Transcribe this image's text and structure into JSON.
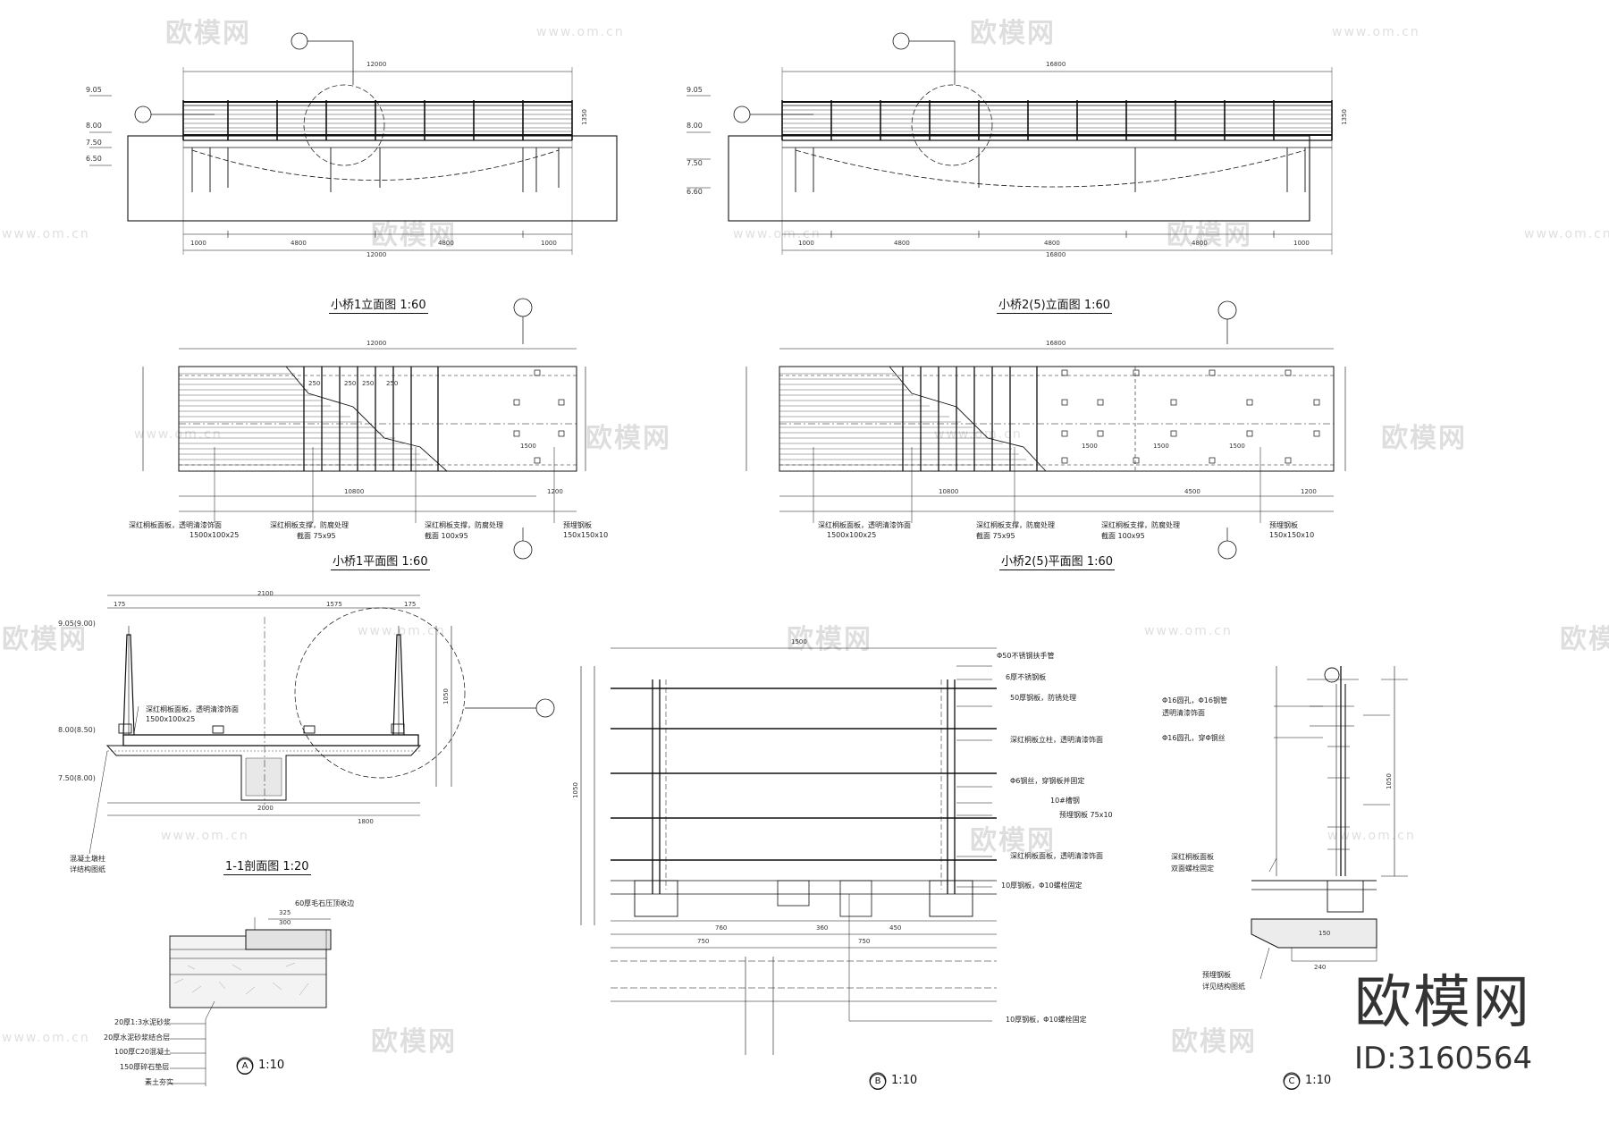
{
  "watermark": {
    "brand": "欧模网",
    "url": "www.om.cn"
  },
  "brand_stamp": {
    "name": "欧模网",
    "id": "ID:3160564"
  },
  "drawings": {
    "elev1": {
      "title": "小桥1立面图 1:60",
      "levels": [
        "9.05",
        "8.00",
        "7.50",
        "6.50"
      ],
      "dims_top": [
        "12000",
        "1350"
      ],
      "dims_bottom": [
        "1000",
        "4800",
        "4800",
        "1000",
        "12000"
      ]
    },
    "elev2": {
      "title": "小桥2(5)立面图 1:60",
      "levels": [
        "9.05",
        "8.00",
        "7.50",
        "6.60"
      ],
      "dims_top": [
        "16800",
        "1350"
      ],
      "dims_bottom": [
        "1000",
        "4800",
        "4800",
        "4800",
        "1000",
        "16800"
      ]
    },
    "plan1": {
      "title": "小桥1平面图 1:60",
      "dims": [
        "12000",
        "10800",
        "1200",
        "250",
        "250",
        "250",
        "250",
        "1500"
      ],
      "notes": [
        {
          "line1": "深红桐板面板，透明清漆饰面",
          "line2": "1500x100x25"
        },
        {
          "line1": "深红桐板支撑，防腐处理",
          "line2": "截面 75x95"
        },
        {
          "line1": "深红桐板支撑，防腐处理",
          "line2": "截面 100x95"
        },
        {
          "line1": "预埋钢板",
          "line2": "150x150x10"
        }
      ]
    },
    "plan2": {
      "title": "小桥2(5)平面图 1:60",
      "dims": [
        "16800",
        "10800",
        "4500",
        "1200",
        "1500",
        "1500",
        "1500"
      ],
      "notes": [
        {
          "line1": "深红桐板面板，透明清漆饰面",
          "line2": "1500x100x25"
        },
        {
          "line1": "深红桐板支撑，防腐处理",
          "line2": "截面 75x95"
        },
        {
          "line1": "深红桐板支撑，防腐处理",
          "line2": "截面 100x95"
        },
        {
          "line1": "预埋钢板",
          "line2": "150x150x10"
        }
      ]
    },
    "sec11": {
      "title": "1-1剖面图 1:20",
      "levels": [
        "9.05(9.00)",
        "8.00(8.50)",
        "7.50(8.00)"
      ],
      "dims": [
        "2100",
        "175",
        "175",
        "1575",
        "2000",
        "1050",
        "1800"
      ],
      "notes": [
        {
          "line1": "深红桐板面板，透明清漆饰面",
          "line2": "1500x100x25"
        },
        {
          "line1": "混凝土墩柱",
          "line2": "详结构图纸"
        }
      ]
    },
    "detA": {
      "label": "A",
      "scale": "1:10",
      "top_note": "60厚毛石压顶收边",
      "layers": [
        "20厚1:3水泥砂浆",
        "20厚水泥砂浆结合层",
        "100厚C20混凝土",
        "150厚碎石垫层",
        "素土夯实"
      ],
      "dims": [
        "300",
        "325"
      ]
    },
    "detB": {
      "label": "B",
      "scale": "1:10",
      "notes": [
        "Φ50不锈钢扶手管",
        "6厚不锈钢板",
        "50厚钢板，防锈处理",
        "深红桐板立柱，透明清漆饰面",
        "Φ6钢丝，穿钢板并固定",
        "10#槽钢",
        "预埋钢板 75x10",
        "深红桐板面板，透明清漆饰面",
        "10厚钢板，Φ10螺栓固定",
        "10厚钢板，Φ10螺栓固定"
      ],
      "dims": [
        "1500",
        "760",
        "360",
        "450",
        "750",
        "750",
        "1050"
      ]
    },
    "detC": {
      "label": "C",
      "scale": "1:10",
      "notes": [
        "Φ16圆孔，Φ16钢管",
        "透明清漆饰面",
        "Φ16圆孔，穿Φ钢丝",
        "深红桐板面板",
        "双面螺栓固定",
        "预埋钢板",
        "详见结构图纸"
      ],
      "dims": [
        "1050",
        "150",
        "240"
      ]
    }
  }
}
